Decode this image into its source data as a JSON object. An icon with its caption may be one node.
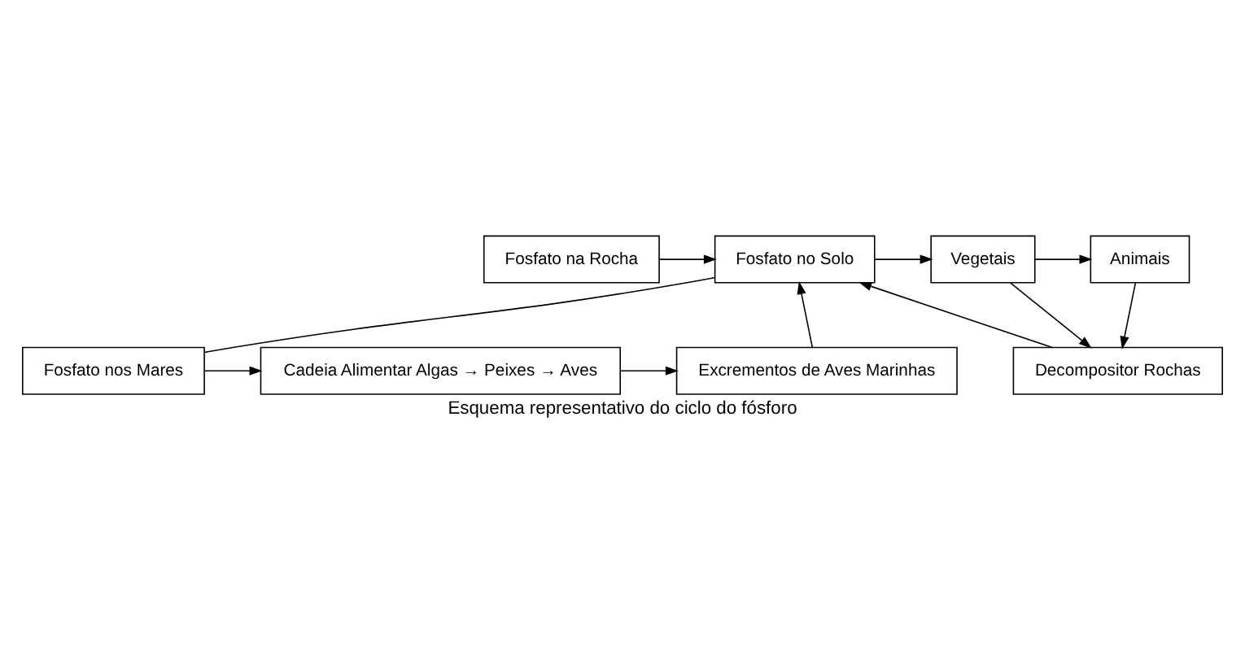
{
  "diagram": {
    "caption": "Esquema representativo do ciclo do fósforo",
    "nodes": [
      {
        "text": [
          "Fosfato na Rocha"
        ]
      },
      {
        "text": [
          "Fosfato no Solo"
        ]
      },
      {
        "text": [
          "Vegetais"
        ]
      },
      {
        "text": [
          "Animais"
        ]
      },
      {
        "text": [
          "Decompositor Rochas"
        ]
      },
      {
        "text": [
          "Fosfato nos Mares"
        ]
      },
      {
        "text": [
          "Cadeia Alimentar Algas → Peixes → Aves"
        ]
      },
      {
        "text": [
          "Excrementos de Aves Marinhas"
        ]
      }
    ],
    "edges": [
      {
        "from": 0,
        "to": 1,
        "arrow": "to"
      },
      {
        "from": 1,
        "to": 2,
        "arrow": "to"
      },
      {
        "from": 2,
        "to": 3,
        "arrow": "to"
      },
      {
        "from": 2,
        "to": 4,
        "arrow": "to"
      },
      {
        "from": 3,
        "to": 4,
        "arrow": "to"
      },
      {
        "from": 4,
        "to": 1,
        "arrow": "to"
      },
      {
        "from": 1,
        "to": 5,
        "arrow": "none"
      },
      {
        "from": 5,
        "to": 6,
        "arrow": "to"
      },
      {
        "from": 6,
        "to": 7,
        "arrow": "to"
      },
      {
        "from": 7,
        "to": 1,
        "arrow": "to"
      }
    ]
  }
}
